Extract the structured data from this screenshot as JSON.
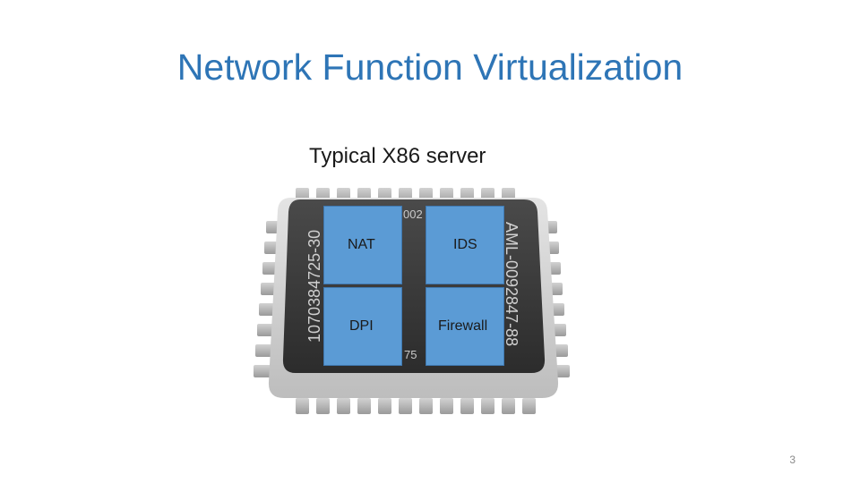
{
  "slide": {
    "title": "Network Function Virtualization",
    "subtitle": "Typical X86 server",
    "page_number": "3"
  },
  "chip": {
    "label_top": "002",
    "label_bottom": "75",
    "label_left": "1070384725-30",
    "label_right": "AML-0092847-88",
    "colors": {
      "body": "#3a3a3a",
      "pins": "#b8b8b8",
      "base": "#d6d6d6"
    }
  },
  "functions": [
    {
      "label": "NAT"
    },
    {
      "label": "IDS"
    },
    {
      "label": "DPI"
    },
    {
      "label": "Firewall"
    }
  ],
  "colors": {
    "title": "#2e75b6",
    "box_fill": "#5b9bd5",
    "box_border": "#3f78b0"
  }
}
